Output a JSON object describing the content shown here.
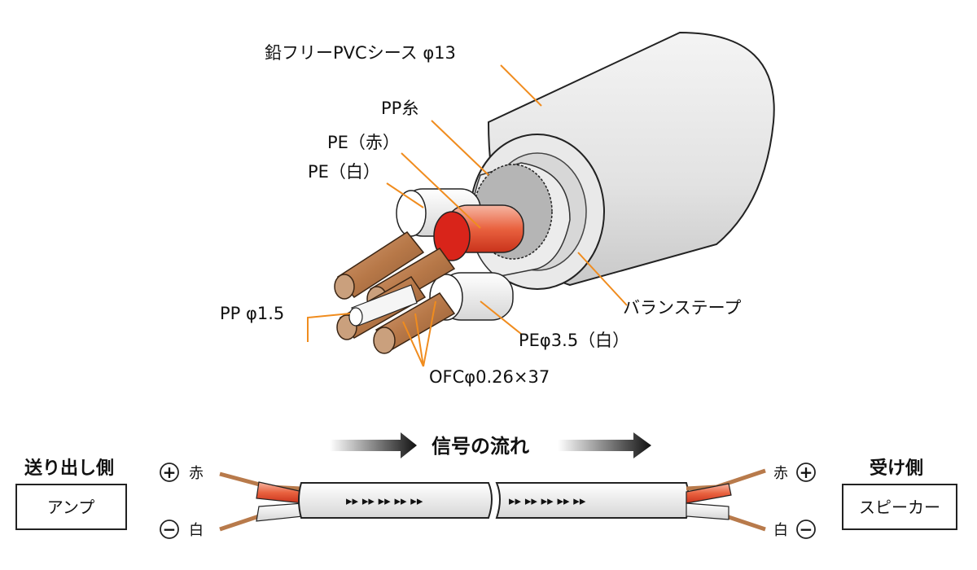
{
  "callouts": {
    "sheath": "鉛フリーPVCシース φ13",
    "pp_yarn": "PP糸",
    "pe_red": "PE（赤）",
    "pe_white": "PE（白）",
    "balance_tape": "バランステープ",
    "pp_filler": "PP φ1.5",
    "pe_outer": "PEφ3.5（白）",
    "conductor": "OFCφ0.26×37"
  },
  "flow": {
    "title": "信号の流れ",
    "arrow_glyphs": "▸▸ ▸▸ ▸▸ ▸▸ ▸▸"
  },
  "sender": {
    "title": "送り出し側",
    "box": "アンプ"
  },
  "receiver": {
    "title": "受け側",
    "box": "スピーカー"
  },
  "polarity": {
    "plus_symbol": "+",
    "minus_symbol": "−",
    "red": "赤",
    "white": "白"
  },
  "colors": {
    "callout_line": "#f08c1e",
    "red_insulation": "#e0301e",
    "copper": "#b87a4b",
    "sheath": "#e6e6e6"
  }
}
